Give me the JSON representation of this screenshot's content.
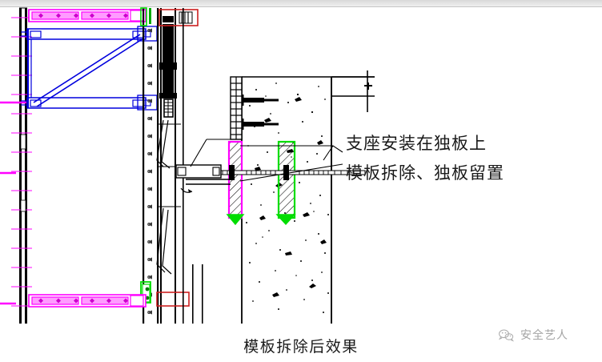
{
  "document": {
    "type": "engineering-detail-drawing",
    "caption": "模板拆除后效果"
  },
  "annotation": {
    "line1": "支座安装在独板上",
    "line2": "模板拆除、独板留置"
  },
  "watermark": {
    "text": "安全艺人",
    "icon": "wechat-icon"
  },
  "colors": {
    "line": "#000000",
    "magenta": "#ff00ff",
    "blue": "#0000dd",
    "green": "#00dd00",
    "red": "#cc2020",
    "grey_band": "#dcdcdc",
    "text": "#1a1a1a",
    "watermark_text": "#6b6b6b"
  },
  "drawing": {
    "elements": [
      {
        "name": "top-magenta-walkway-beam",
        "color": "#ff00ff"
      },
      {
        "name": "bottom-magenta-walkway-beam",
        "color": "#ff00ff"
      },
      {
        "name": "blue-triangular-bracket-truss",
        "color": "#0000dd"
      },
      {
        "name": "vertical-guide-rail",
        "color": "#000000"
      },
      {
        "name": "climbing-mechanism",
        "color": "#000000"
      },
      {
        "name": "red-marker-box-top",
        "color": "#cc2020"
      },
      {
        "name": "red-marker-box-bottom",
        "color": "#cc2020"
      },
      {
        "name": "green-bracket-box-top",
        "color": "#00dd00"
      },
      {
        "name": "green-bracket-box-bottom",
        "color": "#00dd00"
      },
      {
        "name": "magenta-formwork-panel",
        "color": "#ff00ff"
      },
      {
        "name": "green-formwork-panel",
        "color": "#00dd00"
      },
      {
        "name": "concrete-wall-section",
        "color": "#000000"
      },
      {
        "name": "embedded-anchor-rail",
        "color": "#000000"
      },
      {
        "name": "anchor-bolt-upper",
        "color": "#000000"
      },
      {
        "name": "anchor-bolt-lower",
        "color": "#000000"
      },
      {
        "name": "tie-rod",
        "color": "#000000"
      },
      {
        "name": "concrete-slab-profile",
        "color": "#000000"
      },
      {
        "name": "leader-line-upper",
        "color": "#000000"
      },
      {
        "name": "leader-line-lower",
        "color": "#000000"
      },
      {
        "name": "left-vertical-post",
        "color": "#000000"
      }
    ]
  }
}
